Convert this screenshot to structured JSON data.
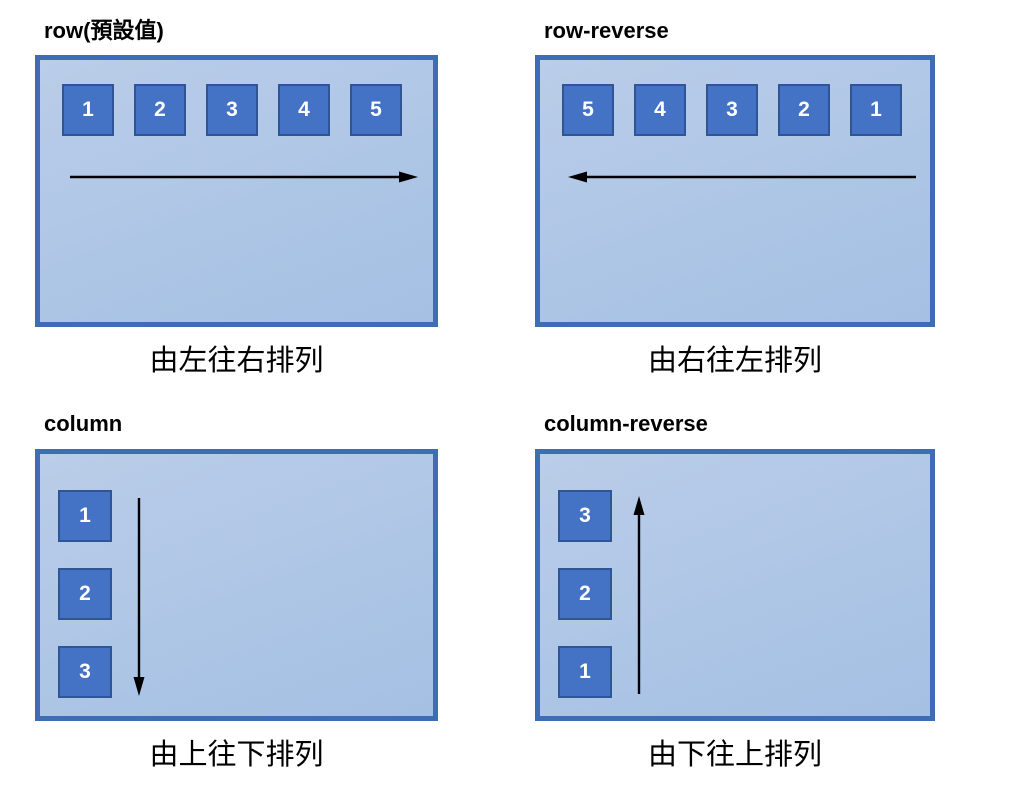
{
  "colors": {
    "panel_fill_top": "#bacde9",
    "panel_fill_bottom": "#a4c0e3",
    "panel_border": "#3f6db5",
    "box_fill": "#4472c4",
    "box_border": "#2f5597",
    "box_text": "#ffffff",
    "arrow": "#000000",
    "text": "#000000"
  },
  "panels": [
    {
      "title": "row(預設值)",
      "caption": "由左往右排列",
      "flex_direction": "row",
      "arrow_direction": "right",
      "items": [
        "1",
        "2",
        "3",
        "4",
        "5"
      ]
    },
    {
      "title": "row-reverse",
      "caption": "由右往左排列",
      "flex_direction": "row",
      "arrow_direction": "left",
      "items": [
        "5",
        "4",
        "3",
        "2",
        "1"
      ]
    },
    {
      "title": "column",
      "caption": "由上往下排列",
      "flex_direction": "column",
      "arrow_direction": "down",
      "items": [
        "1",
        "2",
        "3"
      ]
    },
    {
      "title": "column-reverse",
      "caption": "由下往上排列",
      "flex_direction": "column",
      "arrow_direction": "up",
      "items": [
        "3",
        "2",
        "1"
      ]
    }
  ]
}
